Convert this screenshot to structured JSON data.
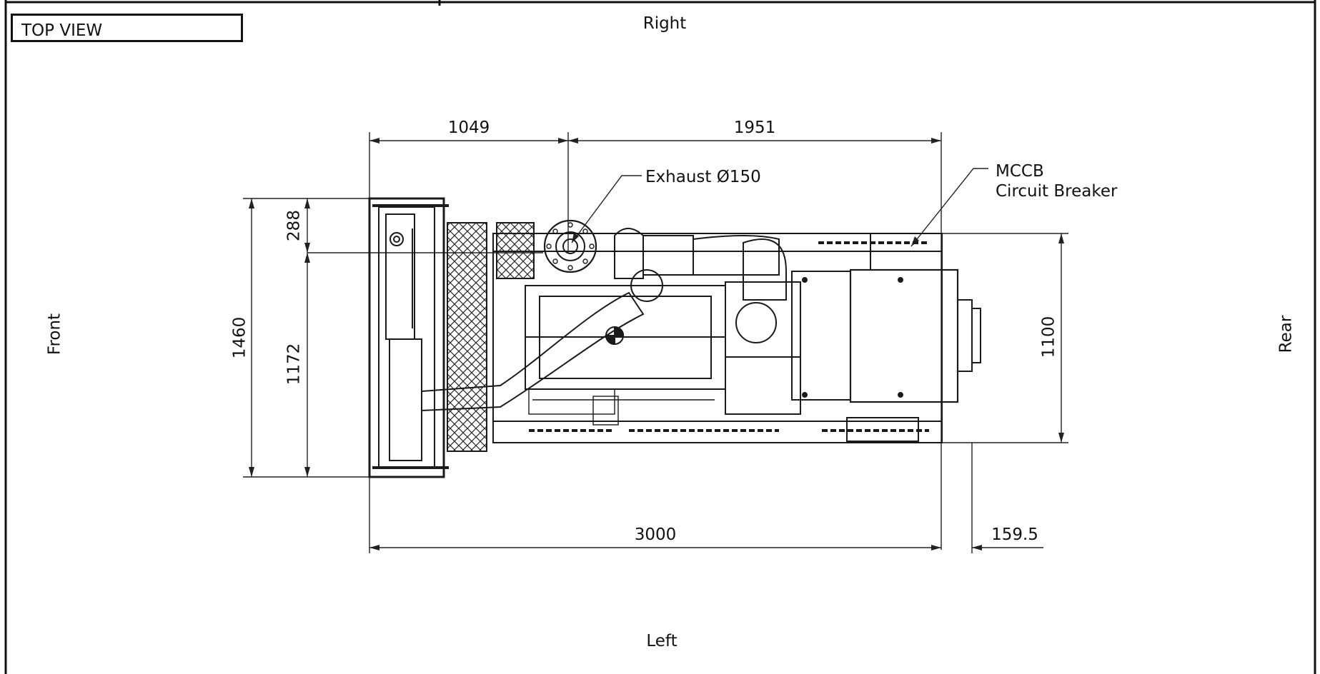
{
  "view_title": "TOP VIEW",
  "orientation": {
    "top": "Right",
    "bottom": "Left",
    "left": "Front",
    "right": "Rear"
  },
  "dimensions": {
    "radiator_depth": "1049",
    "engine_to_rear": "1951",
    "overall_length": "3000",
    "alternator_overhang": "159.5",
    "overall_width": "1460",
    "radiator_width": "1172",
    "top_offset": "288",
    "base_width": "1100"
  },
  "callouts": {
    "exhaust": "Exhaust Ø150",
    "breaker_line1": "MCCB",
    "breaker_line2": "Circuit Breaker"
  }
}
